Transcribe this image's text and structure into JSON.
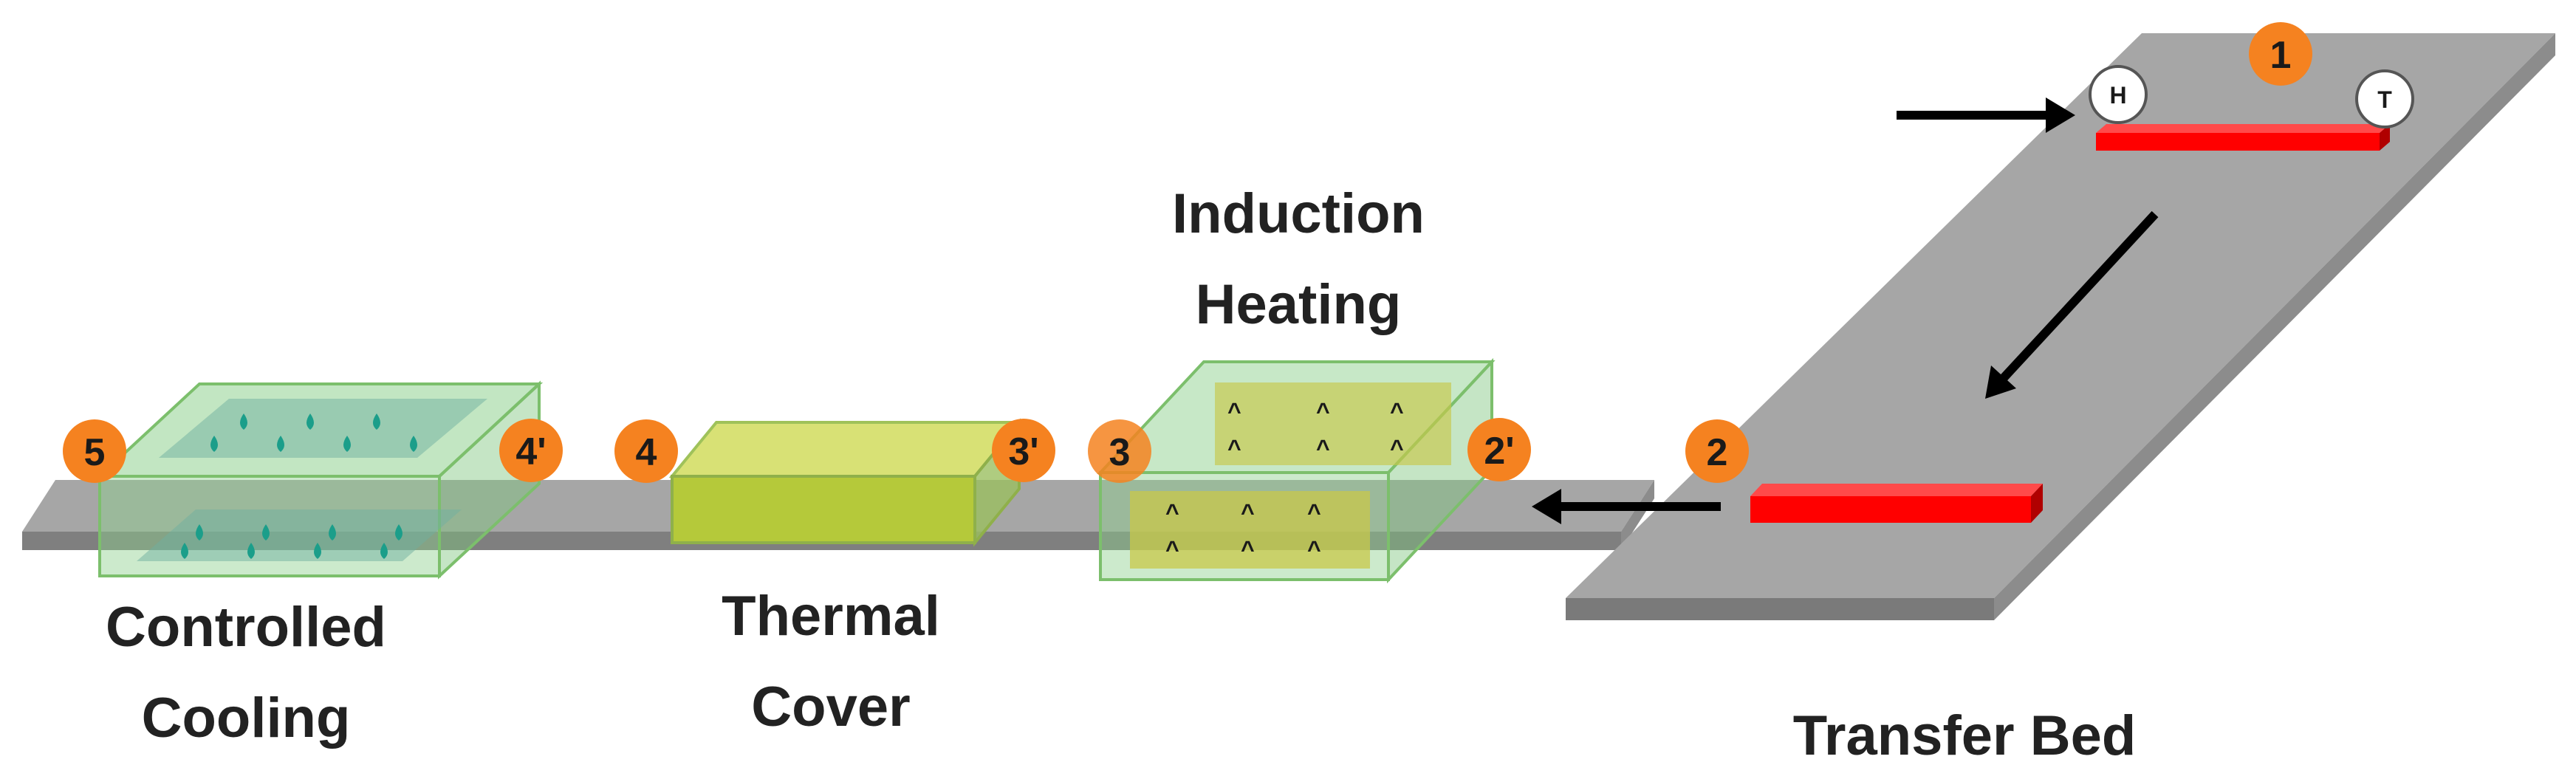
{
  "labels": {
    "controlled_cooling": [
      "Controlled",
      "Cooling"
    ],
    "thermal_cover": [
      "Thermal",
      "Cover"
    ],
    "induction_heating": [
      "Induction",
      "Heating"
    ],
    "transfer_bed": "Transfer Bed"
  },
  "markers": {
    "m1": "1",
    "m2": "2",
    "m2p": "2'",
    "m3": "3",
    "m3p": "3'",
    "m4": "4",
    "m4p": "4'",
    "m5": "5"
  },
  "bar_ends": {
    "head": "H",
    "tail": "T"
  },
  "heat_symbol": "^",
  "colors": {
    "rail": "#a6a6a6",
    "rail_edge": "#7f7f7f",
    "bar": "#ff0000",
    "bar_dark": "#b00000",
    "marker": "#f58220",
    "box_fill": "#8fd18f",
    "panel_yellow": "#c8c84a",
    "cover_fill": "#b5c93a",
    "drop": "#1b9e8a",
    "heat": "#e88a1a"
  }
}
